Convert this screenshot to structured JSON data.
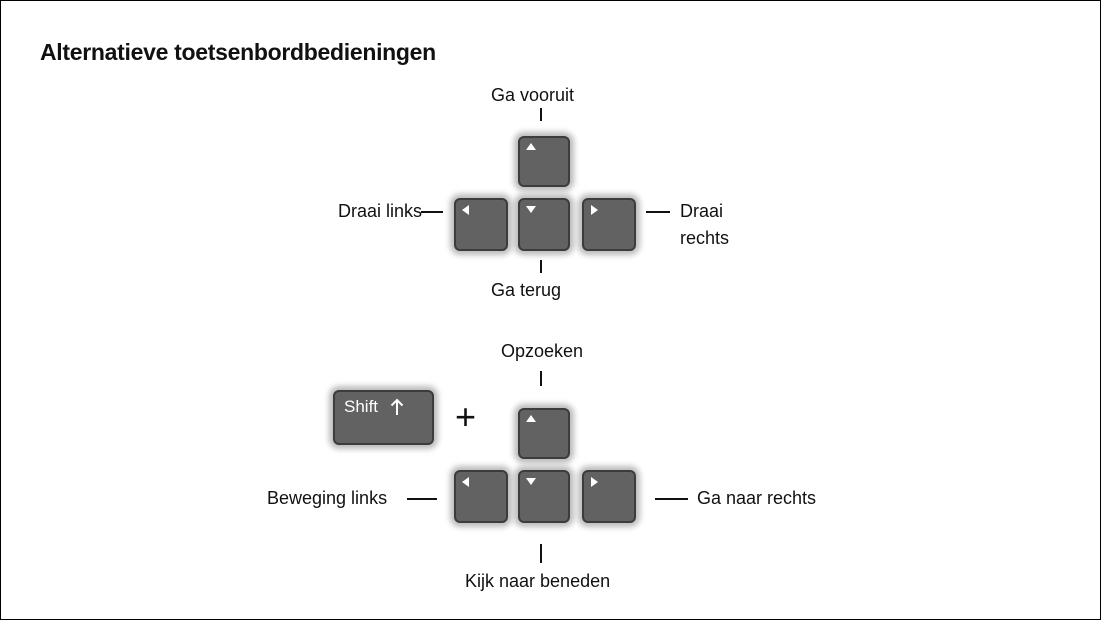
{
  "title": "Alternatieve toetsenbordbedieningen",
  "group1": {
    "up_label": "Ga vooruit",
    "left_label": "Draai links",
    "right_label_line1": "Draai",
    "right_label_line2": "rechts",
    "down_label": "Ga terug"
  },
  "group2": {
    "shift_label": "Shift",
    "plus": "+",
    "up_label": "Opzoeken",
    "left_label": "Beweging links",
    "right_label": "Ga naar rechts",
    "down_label": "Kijk naar beneden"
  },
  "icons": {
    "up": "arrow-up-icon",
    "down": "arrow-down-icon",
    "left": "arrow-left-icon",
    "right": "arrow-right-icon",
    "shift": "shift-arrow-icon"
  },
  "colors": {
    "key_fill": "#626262",
    "key_border": "#3c3c3c",
    "key_glow": "#aaaaaa",
    "text": "#111111"
  }
}
